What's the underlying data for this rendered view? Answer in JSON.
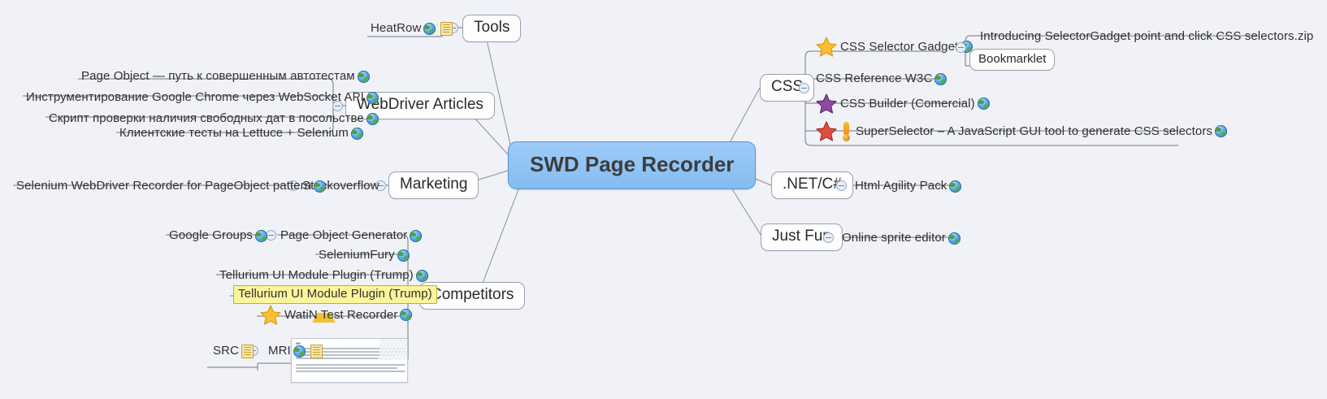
{
  "app": {
    "kind": "mind-map",
    "background": "#f1f2f7",
    "central_fill": "#8fc6f4",
    "highlight_fill": "#fbf59b"
  },
  "central": {
    "title": "SWD Page Recorder"
  },
  "branches": {
    "tools": {
      "label": "Tools",
      "children": [
        {
          "label": "HeatRow",
          "icons": [
            "globe-icon",
            "note-icon"
          ]
        }
      ]
    },
    "webdriver_articles": {
      "label": "WebDriver Articles",
      "children": [
        {
          "label": "Page Object — путь к совершенным автотестам",
          "icons": [
            "globe-icon"
          ]
        },
        {
          "label": "Инструментирование Google Chrome через WebSocket API",
          "icons": [
            "globe-icon"
          ]
        },
        {
          "label": "Скрипт проверки наличия свободных дат в посольстве",
          "icons": [
            "globe-icon"
          ]
        },
        {
          "label": "Клиентские тесты на Lettuce + Selenium",
          "icons": [
            "globe-icon"
          ]
        }
      ]
    },
    "marketing": {
      "label": "Marketing",
      "children": [
        {
          "label": "Stackoverflow",
          "children": [
            {
              "label": "Selenium WebDriver Recorder for PageObject pattern",
              "icons": [
                "globe-icon"
              ]
            }
          ]
        }
      ]
    },
    "competitors": {
      "label": "Competitors",
      "children": [
        {
          "label": "Page Object Generator",
          "icons": [
            "globe-icon"
          ],
          "children": [
            {
              "label": "Google Groups",
              "icons": [
                "globe-icon"
              ]
            }
          ]
        },
        {
          "label": "SeleniumFury",
          "icons": [
            "globe-icon"
          ]
        },
        {
          "label": "Tellurium UI Module Plugin (Trump)",
          "icons": [
            "globe-icon"
          ]
        },
        {
          "label": "Tellurium UI Module Plugin (Trump)",
          "highlighted": true
        },
        {
          "label": "WatiN Test Recorder",
          "icons": [
            "star-yellow-icon",
            "globe-icon"
          ]
        },
        {
          "label": "MRI",
          "icons": [
            "globe-icon",
            "note-icon"
          ],
          "has_thumbnail": true,
          "children": [
            {
              "label": "SRC",
              "icons": [
                "note-icon"
              ]
            }
          ]
        }
      ]
    },
    "css": {
      "label": "CSS",
      "children": [
        {
          "label": "CSS Selector Gadget",
          "icons": [
            "star-yellow-icon",
            "globe-icon"
          ],
          "children": [
            {
              "label": "Introducing SelectorGadget  point and click CSS selectors.zip"
            },
            {
              "label": "Bookmarklet",
              "boxed": true
            }
          ]
        },
        {
          "label": "CSS Reference W3C",
          "icons": [
            "globe-icon"
          ]
        },
        {
          "label": "CSS Builder (Comercial)",
          "icons": [
            "star-purple-icon",
            "globe-icon"
          ]
        },
        {
          "label": "SuperSelector – A JavaScript GUI tool to generate CSS selectors",
          "icons": [
            "star-red-icon",
            "warning-icon",
            "globe-icon"
          ]
        }
      ]
    },
    "dotnet": {
      "label": ".NET/C#",
      "children": [
        {
          "label": "Html Agility Pack",
          "icons": [
            "globe-icon"
          ]
        }
      ]
    },
    "just_fun": {
      "label": "Just Fun",
      "children": [
        {
          "label": "Online sprite editor",
          "icons": [
            "globe-icon"
          ]
        }
      ]
    }
  },
  "thumbnail": {
    "title": "MRI"
  }
}
